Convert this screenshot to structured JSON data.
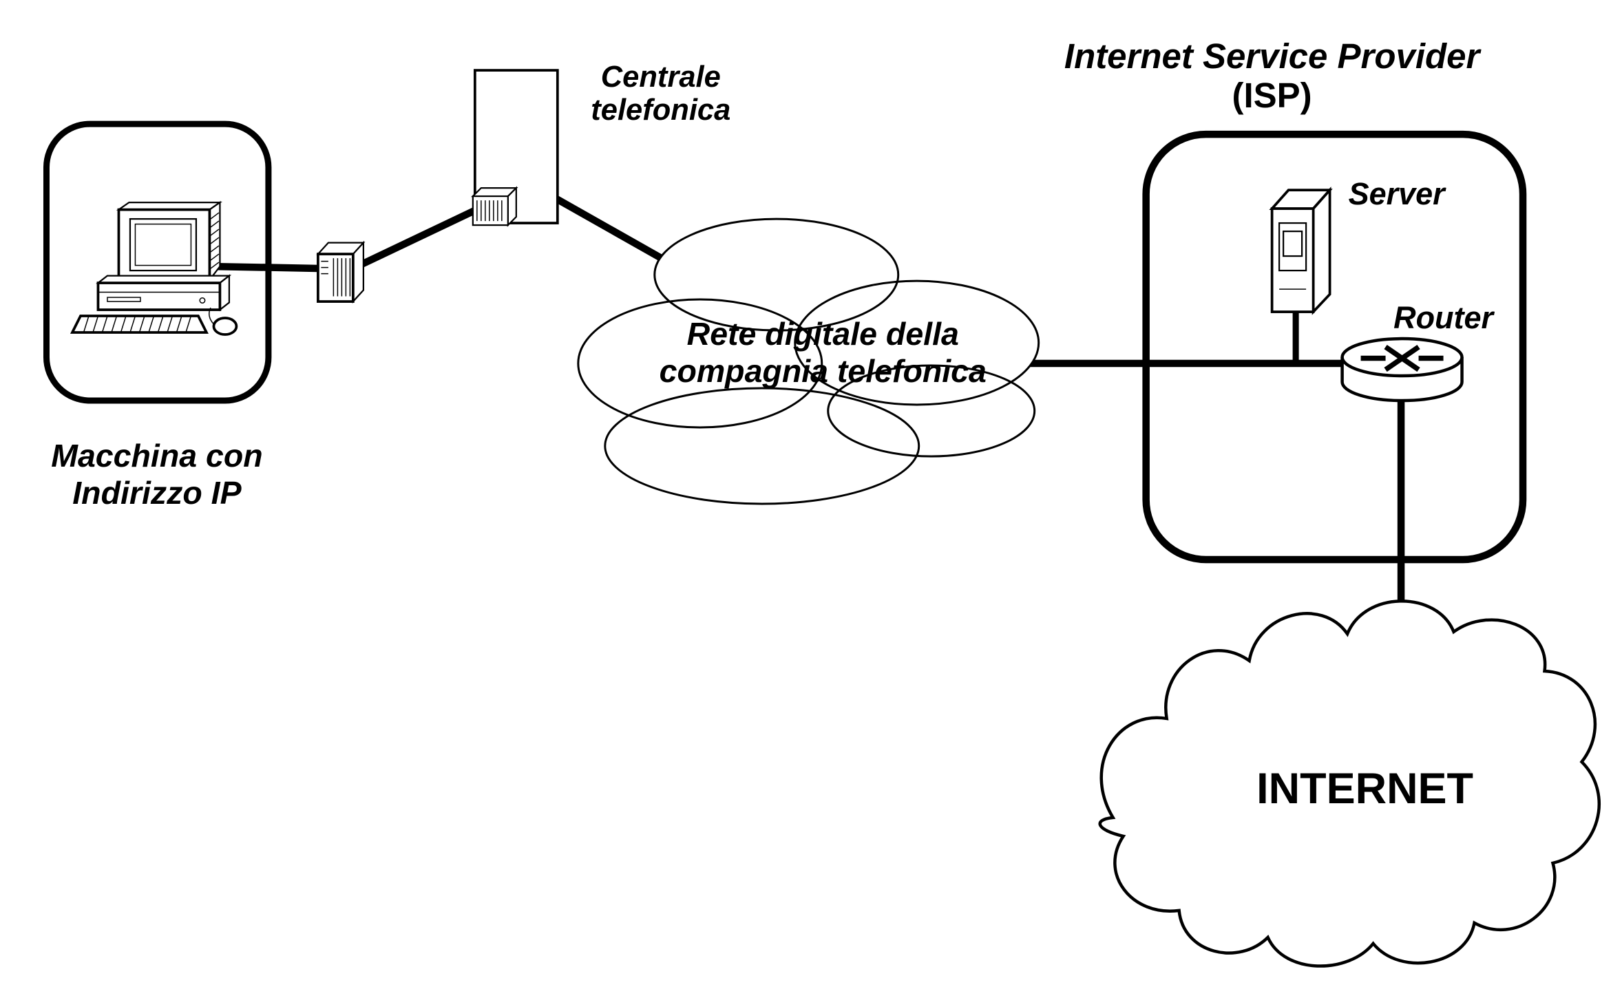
{
  "labels": {
    "machine": {
      "line1": "Macchina con",
      "line2": "Indirizzo IP"
    },
    "centrale": {
      "line1": "Centrale",
      "line2": "telefonica"
    },
    "phone_network": {
      "line1": "Rete digitale della",
      "line2": "compagnia telefonica"
    },
    "isp": {
      "line1": "Internet Service Provider",
      "line2": "(ISP)"
    },
    "server": "Server",
    "router": "Router",
    "internet": "INTERNET"
  },
  "colors": {
    "line": "#000000",
    "fill": "#ffffff",
    "text": "#000000",
    "background": "#ffffff"
  }
}
